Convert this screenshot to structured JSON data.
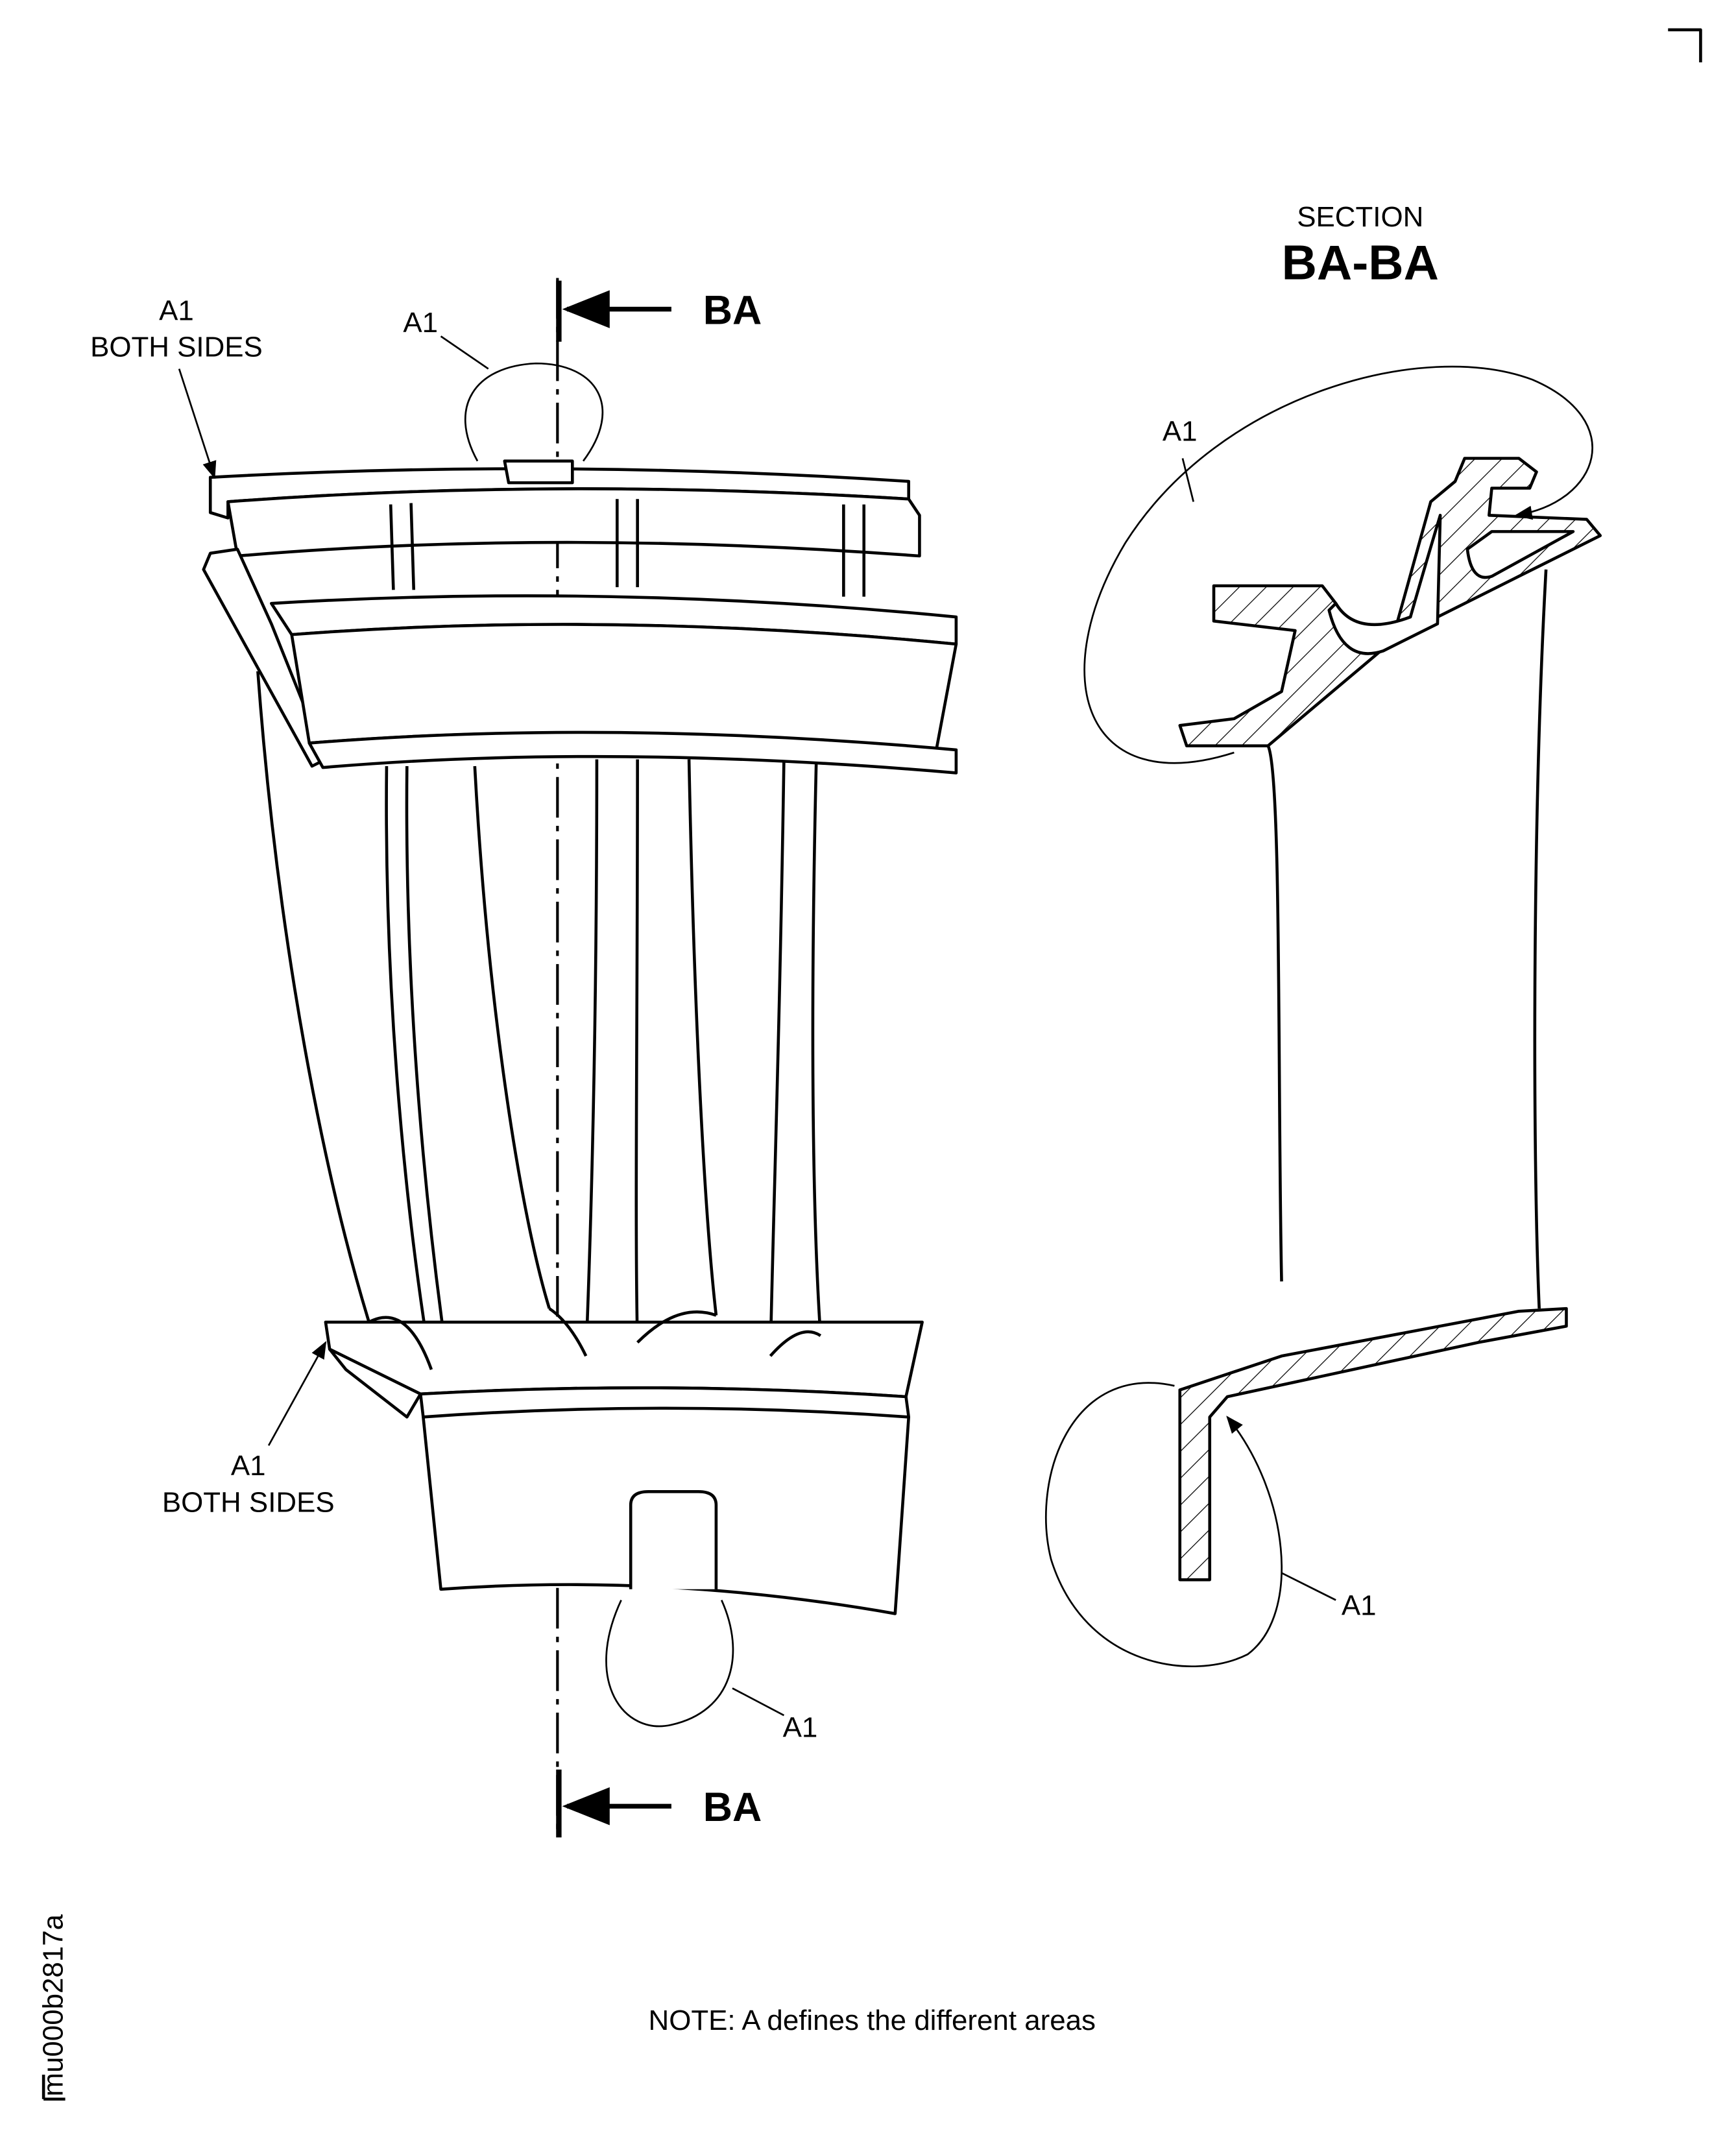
{
  "left_view": {
    "top_left_callout": {
      "zone": "A1",
      "note": "BOTH SIDES"
    },
    "top_callout": "A1",
    "bottom_left_callout": {
      "zone": "A1",
      "note": "BOTH SIDES"
    },
    "bottom_callout": "A1",
    "section_marker_top": "BA",
    "section_marker_bottom": "BA"
  },
  "section_view": {
    "heading": "SECTION",
    "title": "BA-BA",
    "top_callout": "A1",
    "bottom_callout": "A1"
  },
  "note": "NOTE:  A defines the different areas",
  "figure_id": "mu000b2817a"
}
